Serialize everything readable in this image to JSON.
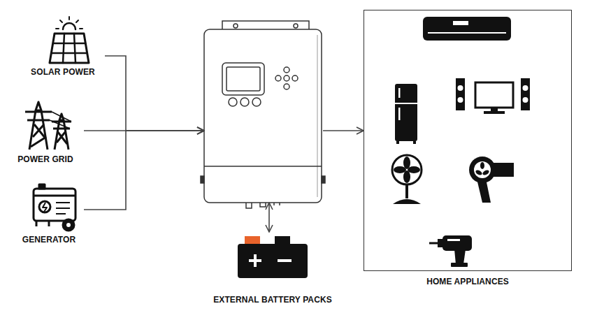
{
  "diagram": {
    "nodes": [
      {
        "text": [
          "SOLAR POWER"
        ]
      },
      {
        "text": [
          "POWER GRID"
        ]
      },
      {
        "text": [
          "GENERATOR"
        ]
      },
      {
        "text": []
      },
      {
        "text": [
          "HOME APPLIANCES"
        ]
      },
      {
        "text": [
          "EXTERNAL BATTERY PACKS"
        ]
      }
    ],
    "edges": [
      {
        "from": 0,
        "to": 3,
        "arrow": "to"
      },
      {
        "from": 1,
        "to": 3,
        "arrow": "to"
      },
      {
        "from": 2,
        "to": 3,
        "arrow": "to"
      },
      {
        "from": 3,
        "to": 4,
        "arrow": "to"
      },
      {
        "from": 3,
        "to": 5,
        "arrow": "both"
      }
    ]
  }
}
